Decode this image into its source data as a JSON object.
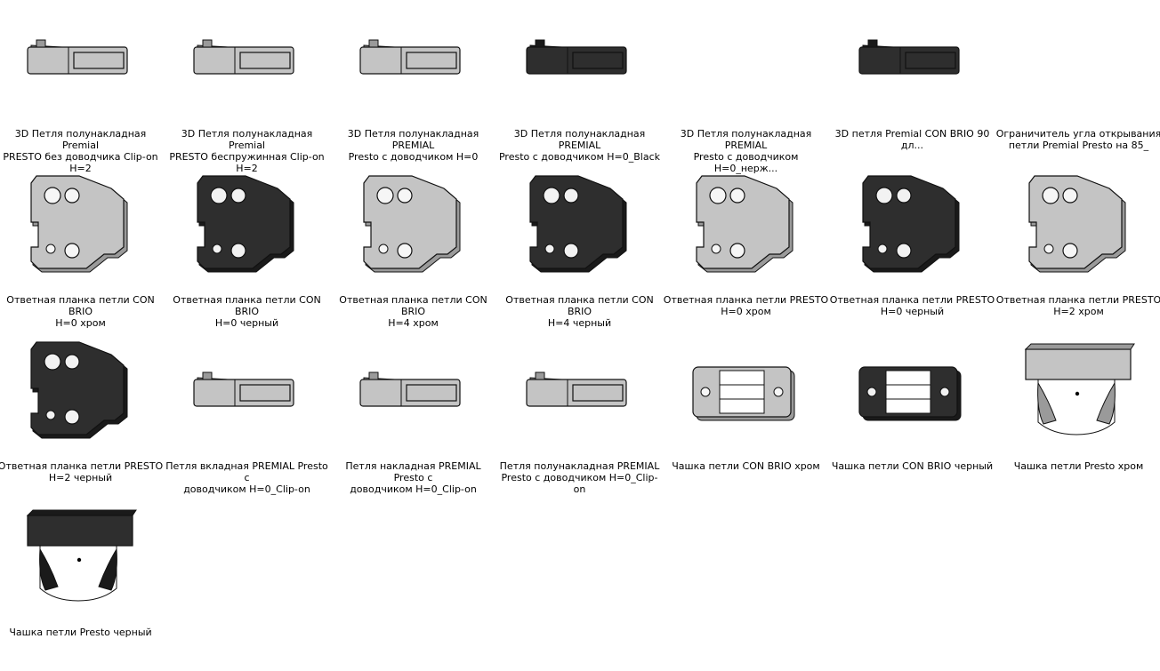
{
  "colors": {
    "chrome": "#c4c4c4",
    "chrome_dark": "#9a9a9a",
    "black": "#2e2e2e",
    "outline": "#111111"
  },
  "items": [
    {
      "label": "3D Петля полунакладная Premial\nPRESTO без доводчика Clip-on H=2",
      "icon": "hinge-bar-icon",
      "finish": "chrome"
    },
    {
      "label": "3D Петля полунакладная Premial\nPRESTO беспружинная Clip-on H=2",
      "icon": "hinge-bar-icon",
      "finish": "chrome"
    },
    {
      "label": "3D Петля полунакладная PREMIAL\nPresto с доводчиком H=0",
      "icon": "hinge-bar-icon",
      "finish": "chrome"
    },
    {
      "label": "3D Петля полунакладная PREMIAL\nPresto с доводчиком H=0_Black",
      "icon": "hinge-bar-icon",
      "finish": "black"
    },
    {
      "label": "3D Петля полунакладная PREMIAL\nPresto с доводчиком H=0_нерж...",
      "icon": "empty-thumbnail",
      "finish": "none"
    },
    {
      "label": "3D петля Premial CON BRIO 90 дл...",
      "icon": "hinge-bar-icon",
      "finish": "black"
    },
    {
      "label": "Ограничитель угла открывания\nпетли Premial Presto на 85_",
      "icon": "empty-thumbnail",
      "finish": "none"
    },
    {
      "label": "Ответная планка петли CON BRIO\nH=0 хром",
      "icon": "mounting-plate-icon",
      "finish": "chrome"
    },
    {
      "label": "Ответная планка петли CON BRIO\nH=0 черный",
      "icon": "mounting-plate-icon",
      "finish": "black"
    },
    {
      "label": "Ответная планка петли CON BRIO\nH=4 хром",
      "icon": "mounting-plate-icon",
      "finish": "chrome"
    },
    {
      "label": "Ответная планка петли CON BRIO\nH=4 черный",
      "icon": "mounting-plate-icon",
      "finish": "black"
    },
    {
      "label": "Ответная планка петли PRESTO\nH=0 хром",
      "icon": "mounting-plate-icon",
      "finish": "chrome"
    },
    {
      "label": "Ответная планка петли PRESTO\nH=0 черный",
      "icon": "mounting-plate-icon",
      "finish": "black"
    },
    {
      "label": "Ответная планка петли PRESTO\nH=2 хром",
      "icon": "mounting-plate-icon",
      "finish": "chrome"
    },
    {
      "label": "Ответная планка петли PRESTO\nH=2 черный",
      "icon": "mounting-plate-icon",
      "finish": "black"
    },
    {
      "label": "Петля вкладная PREMIAL Presto с\nдоводчиком H=0_Clip-on",
      "icon": "hinge-bar-icon",
      "finish": "chrome"
    },
    {
      "label": "Петля накладная PREMIAL Presto с\nдоводчиком H=0_Clip-on",
      "icon": "hinge-bar-icon",
      "finish": "chrome"
    },
    {
      "label": "Петля полунакладная PREMIAL\nPresto с доводчиком H=0_Clip-on",
      "icon": "hinge-bar-icon",
      "finish": "chrome"
    },
    {
      "label": "Чашка петли CON BRIO хром",
      "icon": "hinge-cup-icon",
      "finish": "chrome"
    },
    {
      "label": "Чашка петли CON BRIO черный",
      "icon": "hinge-cup-icon",
      "finish": "black"
    },
    {
      "label": "Чашка петли Presto хром",
      "icon": "presto-cup-icon",
      "finish": "chrome"
    },
    {
      "label": "Чашка петли Presto черный",
      "icon": "presto-cup-icon",
      "finish": "black"
    }
  ]
}
